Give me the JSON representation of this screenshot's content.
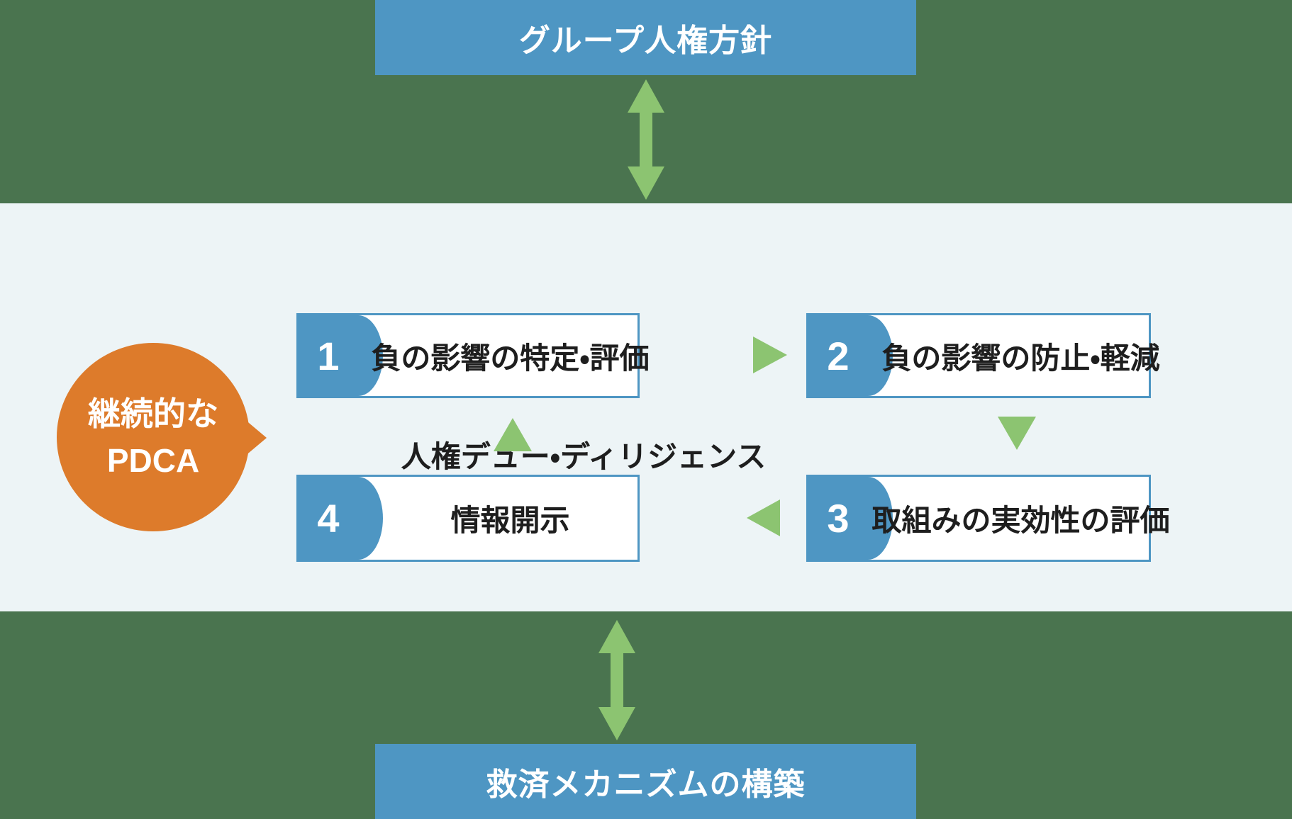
{
  "diagram": {
    "top_banner": {
      "label": "グループ人権方針"
    },
    "center_panel": {
      "title": "人権デュー・ディリジェンス",
      "bubble": {
        "line1": "継続的な",
        "line2": "PDCA"
      },
      "steps": [
        {
          "number": "1",
          "label": "負の影響の特定・評価"
        },
        {
          "number": "2",
          "label": "負の影響の防止・軽減"
        },
        {
          "number": "3",
          "label": "取組みの実効性の評価"
        },
        {
          "number": "4",
          "label": "情報開示"
        }
      ]
    },
    "bottom_banner": {
      "label": "救済メカニズムの構築"
    },
    "icons": {
      "top_connector": "double-vertical-arrow",
      "bottom_connector": "double-vertical-arrow",
      "step1_to_step2": "right-triangle-arrow",
      "step2_to_step3": "down-triangle-arrow",
      "step3_to_step4": "left-triangle-arrow",
      "step4_to_step1": "up-triangle-arrow"
    },
    "colors": {
      "background_green": "#4a744f",
      "banner_blue": "#4e96c3",
      "panel_light": "#edf4f6",
      "arrow_green": "#8cc471",
      "bubble_orange": "#dd7b2b",
      "box_border_blue": "#4e96c3",
      "text_dark": "#1e1e1e",
      "text_white": "#ffffff"
    }
  }
}
